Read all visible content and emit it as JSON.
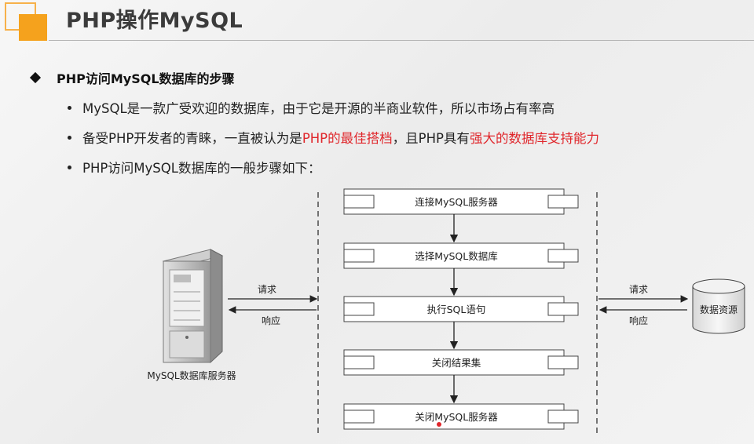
{
  "slide": {
    "title": "PHP操作MySQL",
    "heading": "PHP访问MySQL数据库的步骤",
    "bullets": {
      "b1": "MySQL是一款广受欢迎的数据库，由于它是开源的半商业软件，所以市场占有率高",
      "b2_pre": "备受PHP开发者的青睐，一直被认为是",
      "b2_red1": "PHP的最佳搭档",
      "b2_mid": "，且PHP具有",
      "b2_red2": "强大的数据库支持能力",
      "b3": "PHP访问MySQL数据库的一般步骤如下："
    }
  },
  "diagram": {
    "steps": [
      "连接MySQL服务器",
      "选择MySQL数据库",
      "执行SQL语句",
      "关闭结果集",
      "关闭MySQL服务器"
    ],
    "server_label": "MySQL数据库服务器",
    "datasource_label": "数据资源",
    "left_request": "请求",
    "left_response": "响应",
    "right_request": "请求",
    "right_response": "响应"
  },
  "colors": {
    "accent": "#f5a21d",
    "highlight": "#e0262b"
  },
  "icons": [
    "logo-square-icon",
    "diamond-bullet-icon",
    "server-icon",
    "database-icon"
  ]
}
